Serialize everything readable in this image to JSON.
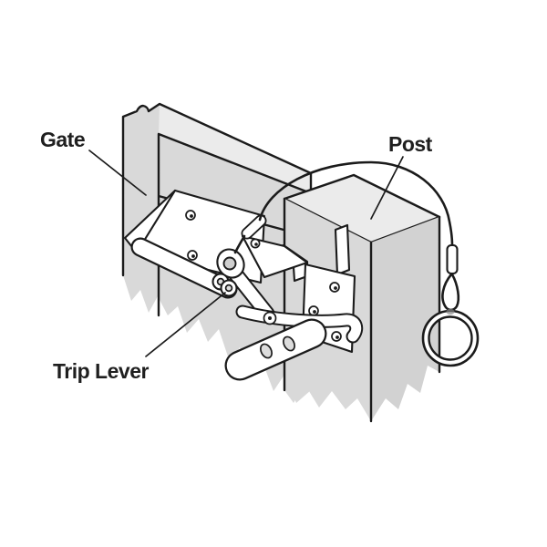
{
  "diagram": {
    "labels": {
      "gate": "Gate",
      "post": "Post",
      "trip_lever": "Trip Lever"
    },
    "colors": {
      "background": "#ffffff",
      "outline": "#1b1b1b",
      "label_text": "#1f1f1f",
      "wood_top": "#ebebeb",
      "wood_mid": "#d9d9d9",
      "wood_dark": "#d2d2d2",
      "hardware": "#ffffff"
    }
  }
}
